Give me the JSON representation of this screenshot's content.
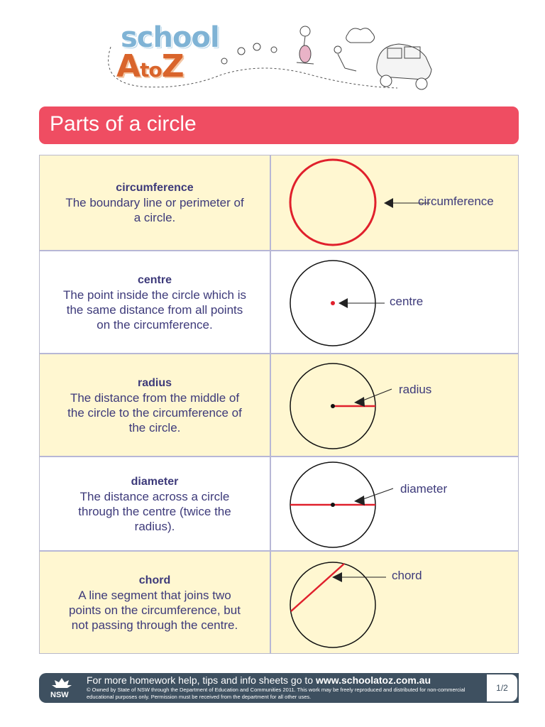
{
  "logo": {
    "school": "school",
    "a": "A",
    "to": "to",
    "z": "Z"
  },
  "title": "Parts of a circle",
  "colors": {
    "title_bar": "#ef4d62",
    "shaded_row": "#fff7d1",
    "text": "#3d3a7a",
    "highlight_red": "#e0202c",
    "footer": "#3e5060"
  },
  "rows": [
    {
      "term": "circumference",
      "definition": "The boundary line or perimeter of a circle.",
      "label": "circumference"
    },
    {
      "term": "centre",
      "definition": "The point inside the circle which is the same distance from all points on the circumference.",
      "label": "centre"
    },
    {
      "term": "radius",
      "definition": "The distance from the middle of the circle to the circumference of the circle.",
      "label": "radius"
    },
    {
      "term": "diameter",
      "definition": "The distance across a circle through the centre (twice the radius).",
      "label": "diameter"
    },
    {
      "term": "chord",
      "definition": "A line segment that joins two points on the circumference, but not passing through the centre.",
      "label": "chord"
    }
  ],
  "footer": {
    "nsw": "NSW",
    "lead": "For more homework help, tips and info sheets go to ",
    "url": "www.schoolatoz.com.au",
    "copyright": "© Owned by State of NSW through the Department of Education and Communities 2011. This work may be freely reproduced and distributed for non-commercial educational purposes only. Permission must be received from the department for all other uses.",
    "page": "1/2"
  }
}
